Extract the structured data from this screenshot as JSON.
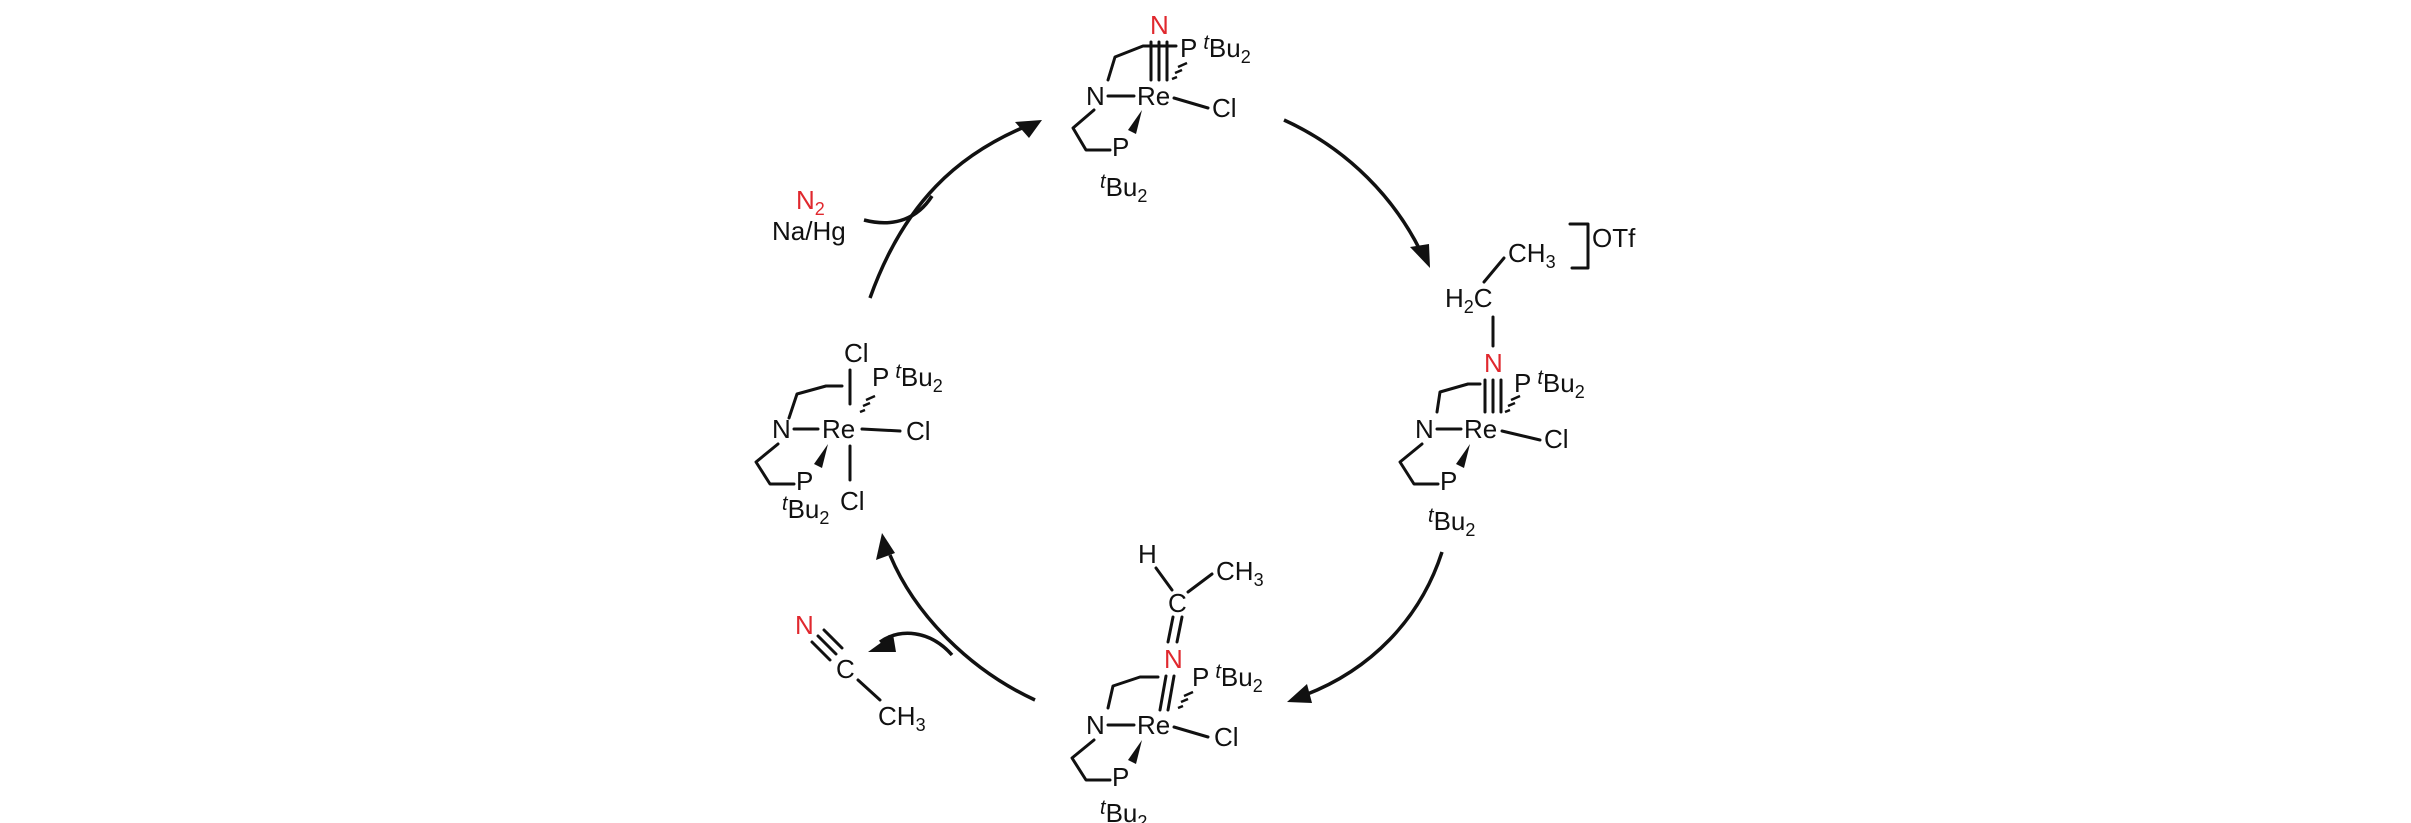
{
  "scheme": {
    "reagent": {
      "n2": "N",
      "n2_sub": "2",
      "reductant": "Na/Hg"
    },
    "byproduct": {
      "n": "N",
      "c": "C",
      "ch3": "CH",
      "ch3_sub": "3"
    },
    "nitride": {
      "n_top": "N",
      "p_top": "P",
      "t_top": "t",
      "bu_top": "Bu",
      "sub_top": "2",
      "amine_n": "N",
      "metal": "Re",
      "cl": "Cl",
      "p_bot": "P",
      "t_bot": "t",
      "bu_bot": "Bu",
      "sub_bot": "2"
    },
    "ethylated": {
      "ch3": "CH",
      "ch3_sub": "3",
      "counterion": "OTf",
      "h2c_h": "H",
      "h2c_sub": "2",
      "h2c_c": "C",
      "n_red": "N",
      "p_top": "P",
      "t_top": "t",
      "bu_top": "Bu",
      "sub_top": "2",
      "amine_n": "N",
      "metal": "Re",
      "cl": "Cl",
      "p_bot": "P",
      "t_bot": "t",
      "bu_bot": "Bu",
      "sub_bot": "2"
    },
    "imido": {
      "h": "H",
      "c": "C",
      "ch3": "CH",
      "ch3_sub": "3",
      "n_red": "N",
      "p_top": "P",
      "t_top": "t",
      "bu_top": "Bu",
      "sub_top": "2",
      "amine_n": "N",
      "metal": "Re",
      "cl": "Cl",
      "p_bot": "P",
      "t_bot": "t",
      "bu_bot": "Bu",
      "sub_bot": "2"
    },
    "trichloride": {
      "cl_top": "Cl",
      "p_top": "P",
      "t_top": "t",
      "bu_top": "Bu",
      "sub_top": "2",
      "amine_n": "N",
      "metal": "Re",
      "cl_right": "Cl",
      "p_bot": "P",
      "t_bot": "t",
      "bu_bot": "Bu",
      "sub_bot": "2",
      "cl_bot": "Cl"
    }
  }
}
